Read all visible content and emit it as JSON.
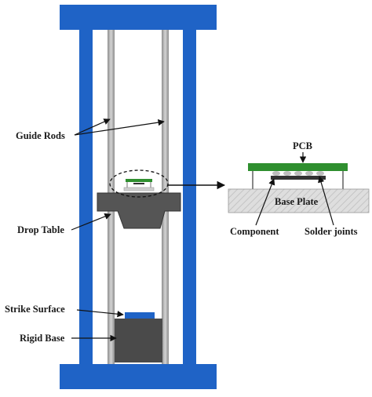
{
  "labels": {
    "guide_rods": "Guide Rods",
    "drop_table": "Drop Table",
    "strike_surface": "Strike Surface",
    "rigid_base": "Rigid Base",
    "pcb": "PCB",
    "base_plate": "Base Plate",
    "component": "Component",
    "solder_joints": "Solder joints"
  },
  "colors": {
    "frame_blue": "#1f63c6",
    "rod_gray": "#a9a9a9",
    "table_dark": "#555555",
    "base_dark": "#4a4a4a",
    "pcb_green": "#2f8f2f",
    "plate_gray": "#dcdcdc",
    "strike_blue": "#1f63c6"
  }
}
